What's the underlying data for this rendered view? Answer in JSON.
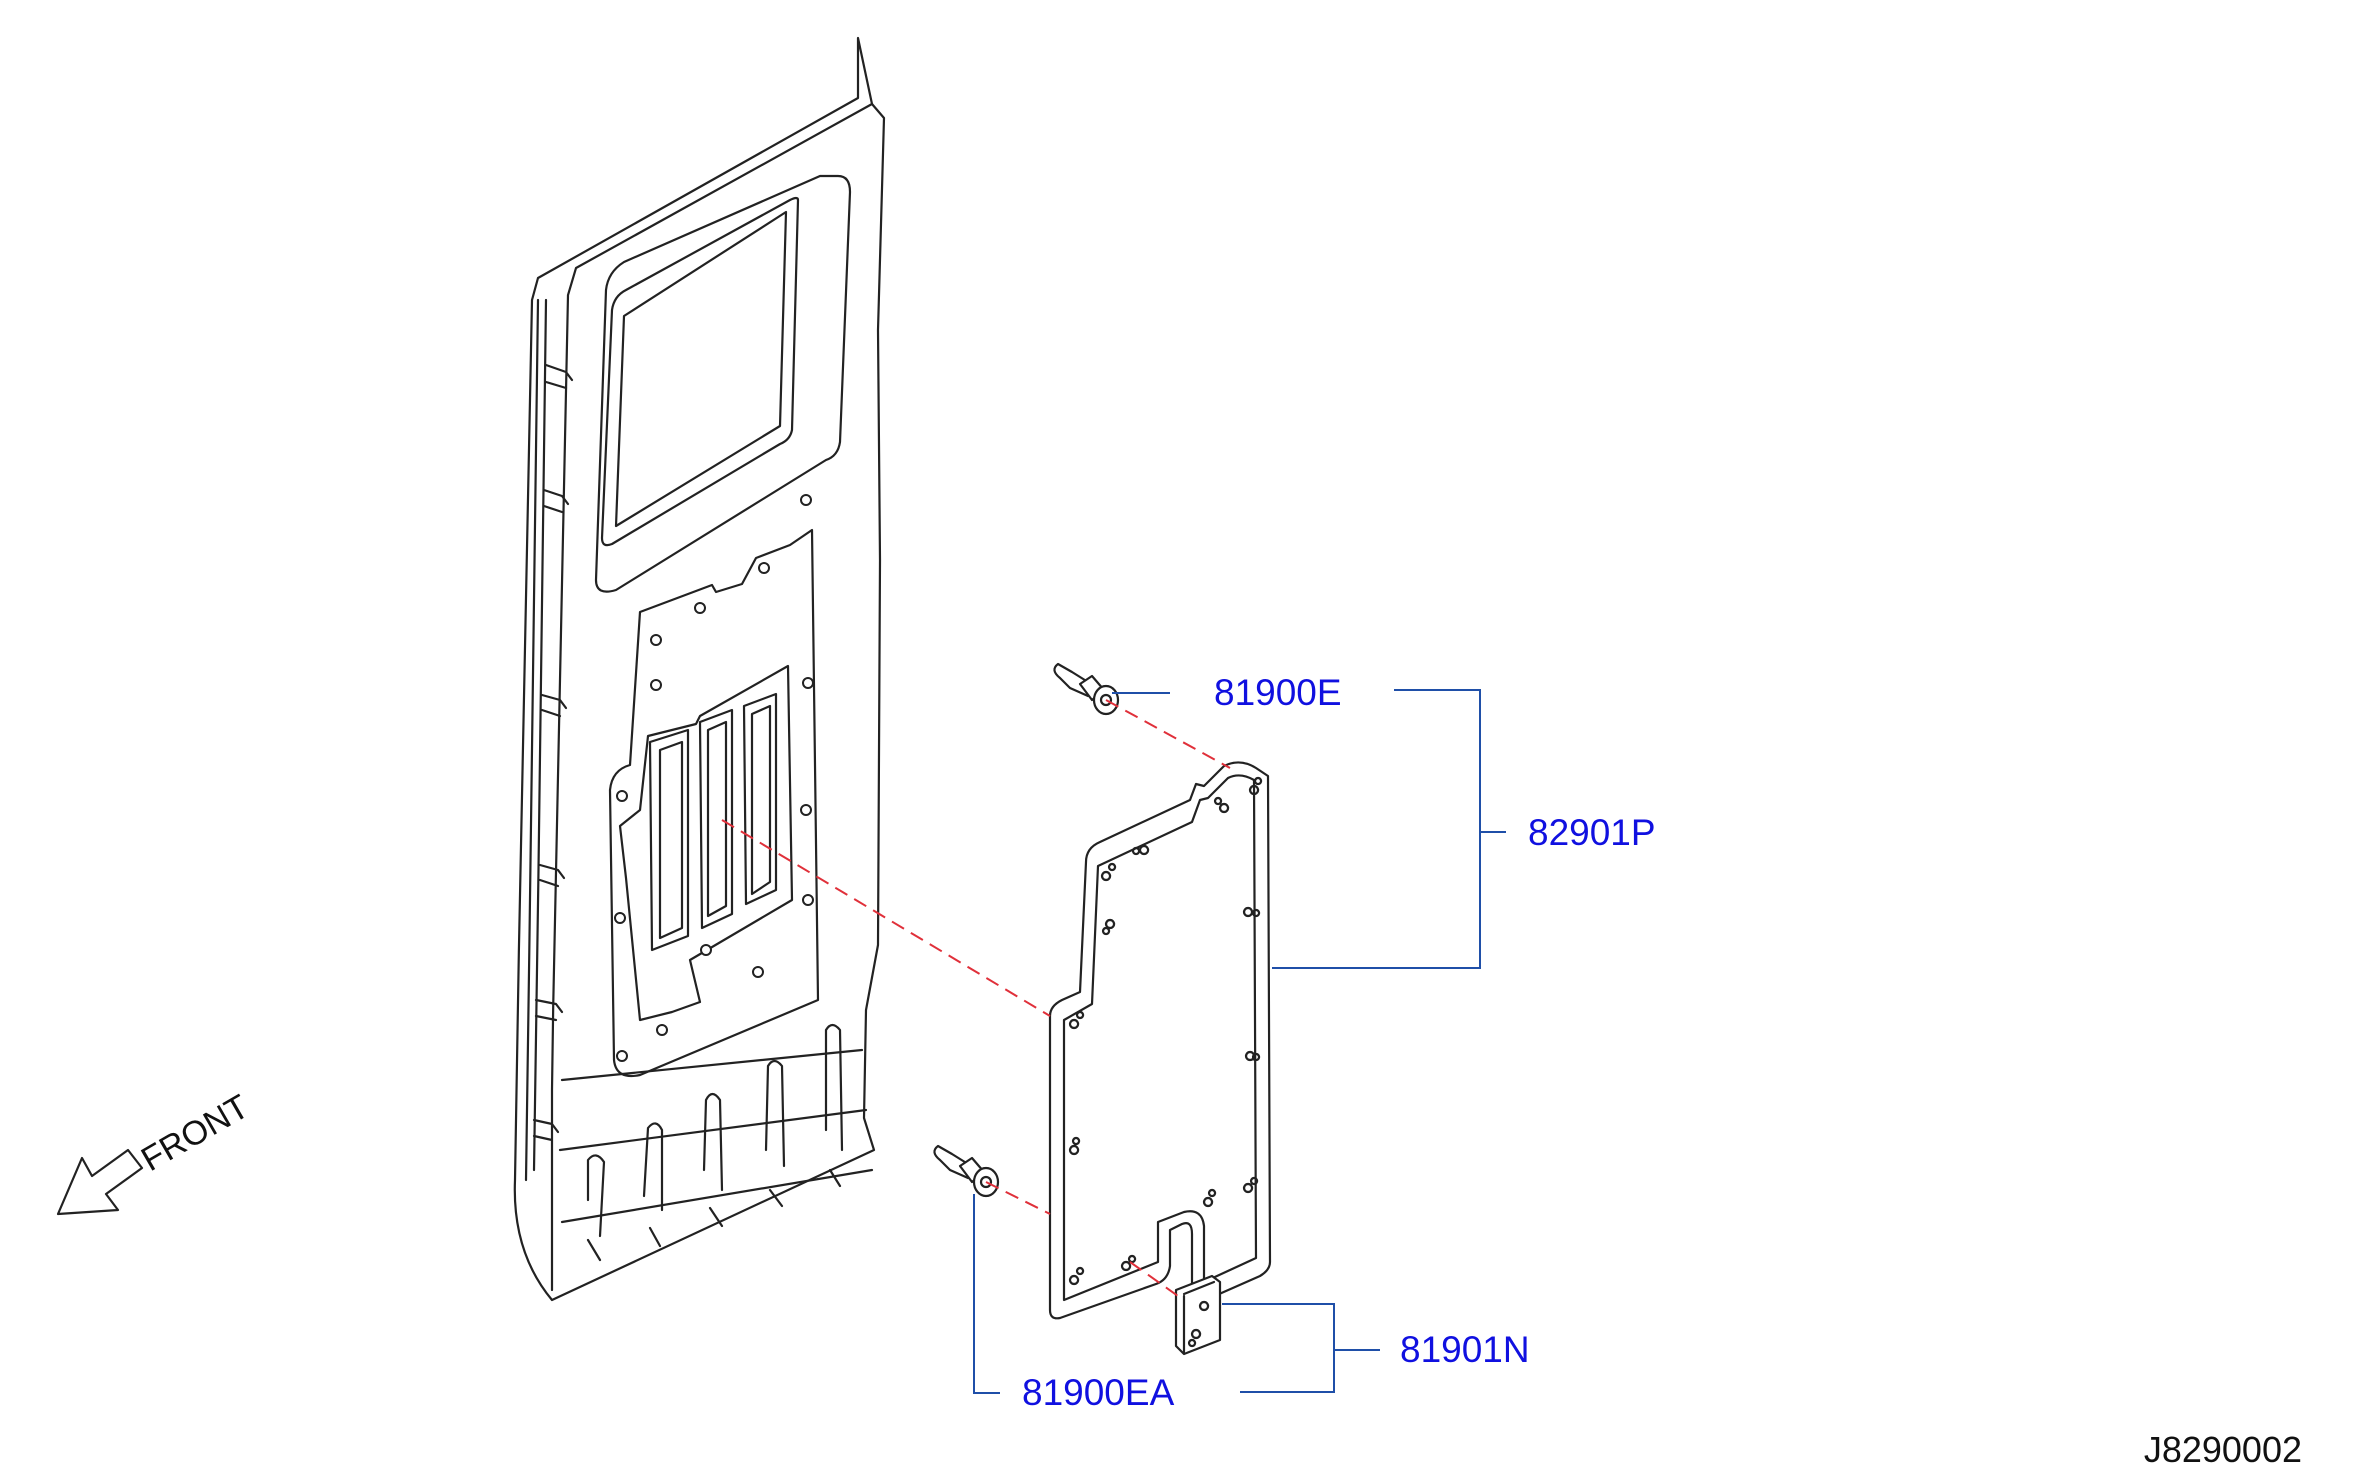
{
  "diagram": {
    "direction_label": "FRONT",
    "drawing_code": "J8290002",
    "colors": {
      "line": "#222222",
      "callout": "#1f4fa8",
      "label": "#1010e0",
      "hidden_line": "#e0303a",
      "footer": "#111111"
    },
    "icons": [
      "front-arrow-icon"
    ],
    "parts": [
      {
        "id": "clip-upper",
        "number": "81900E"
      },
      {
        "id": "trim-panel",
        "number": "82901P"
      },
      {
        "id": "clip-lower",
        "number": "81900EA"
      },
      {
        "id": "pad",
        "number": "81901N"
      }
    ]
  }
}
